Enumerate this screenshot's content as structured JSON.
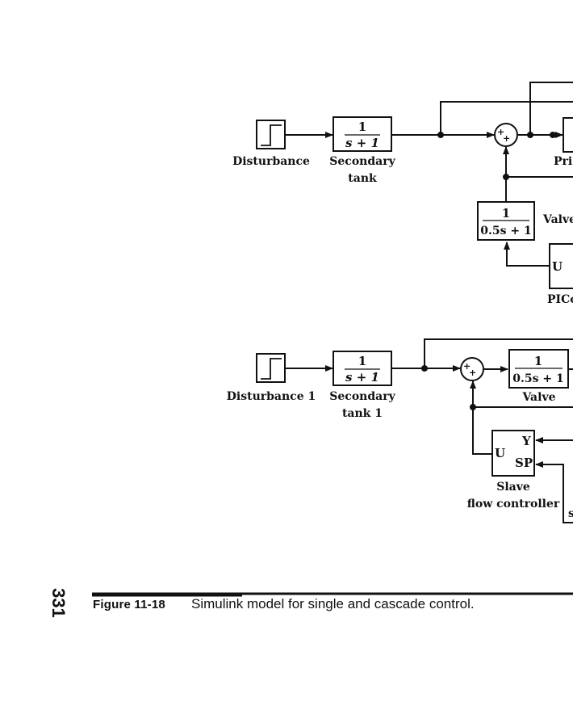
{
  "diagram_top": {
    "step_label": "Disturbance",
    "secondary_tank": {
      "num": "1",
      "den": "s + 1",
      "label_line1": "Secondary",
      "label_line2": "tank"
    },
    "primary_label_partial": "Pri",
    "valve": {
      "num": "1",
      "den": "0.5s + 1",
      "label": "Valve"
    },
    "picontroller": {
      "port_u": "U",
      "label_partial": "PICo"
    },
    "sum_signs": "++"
  },
  "diagram_bottom": {
    "step_label": "Disturbance 1",
    "secondary_tank": {
      "num": "1",
      "den": "s + 1",
      "label_line1": "Secondary",
      "label_line2": "tank 1"
    },
    "valve": {
      "num": "1",
      "den": "0.5s + 1",
      "label": "Valve"
    },
    "slave_controller": {
      "port_u": "U",
      "port_y": "Y",
      "port_sp": "SP",
      "label_line1": "Slave",
      "label_line2": "flow controller"
    },
    "partial_label": "s",
    "sum_signs": "++"
  },
  "caption": {
    "figure_number": "Figure 11-18",
    "text": "Simulink model for single and cascade control."
  },
  "page_number": "331"
}
